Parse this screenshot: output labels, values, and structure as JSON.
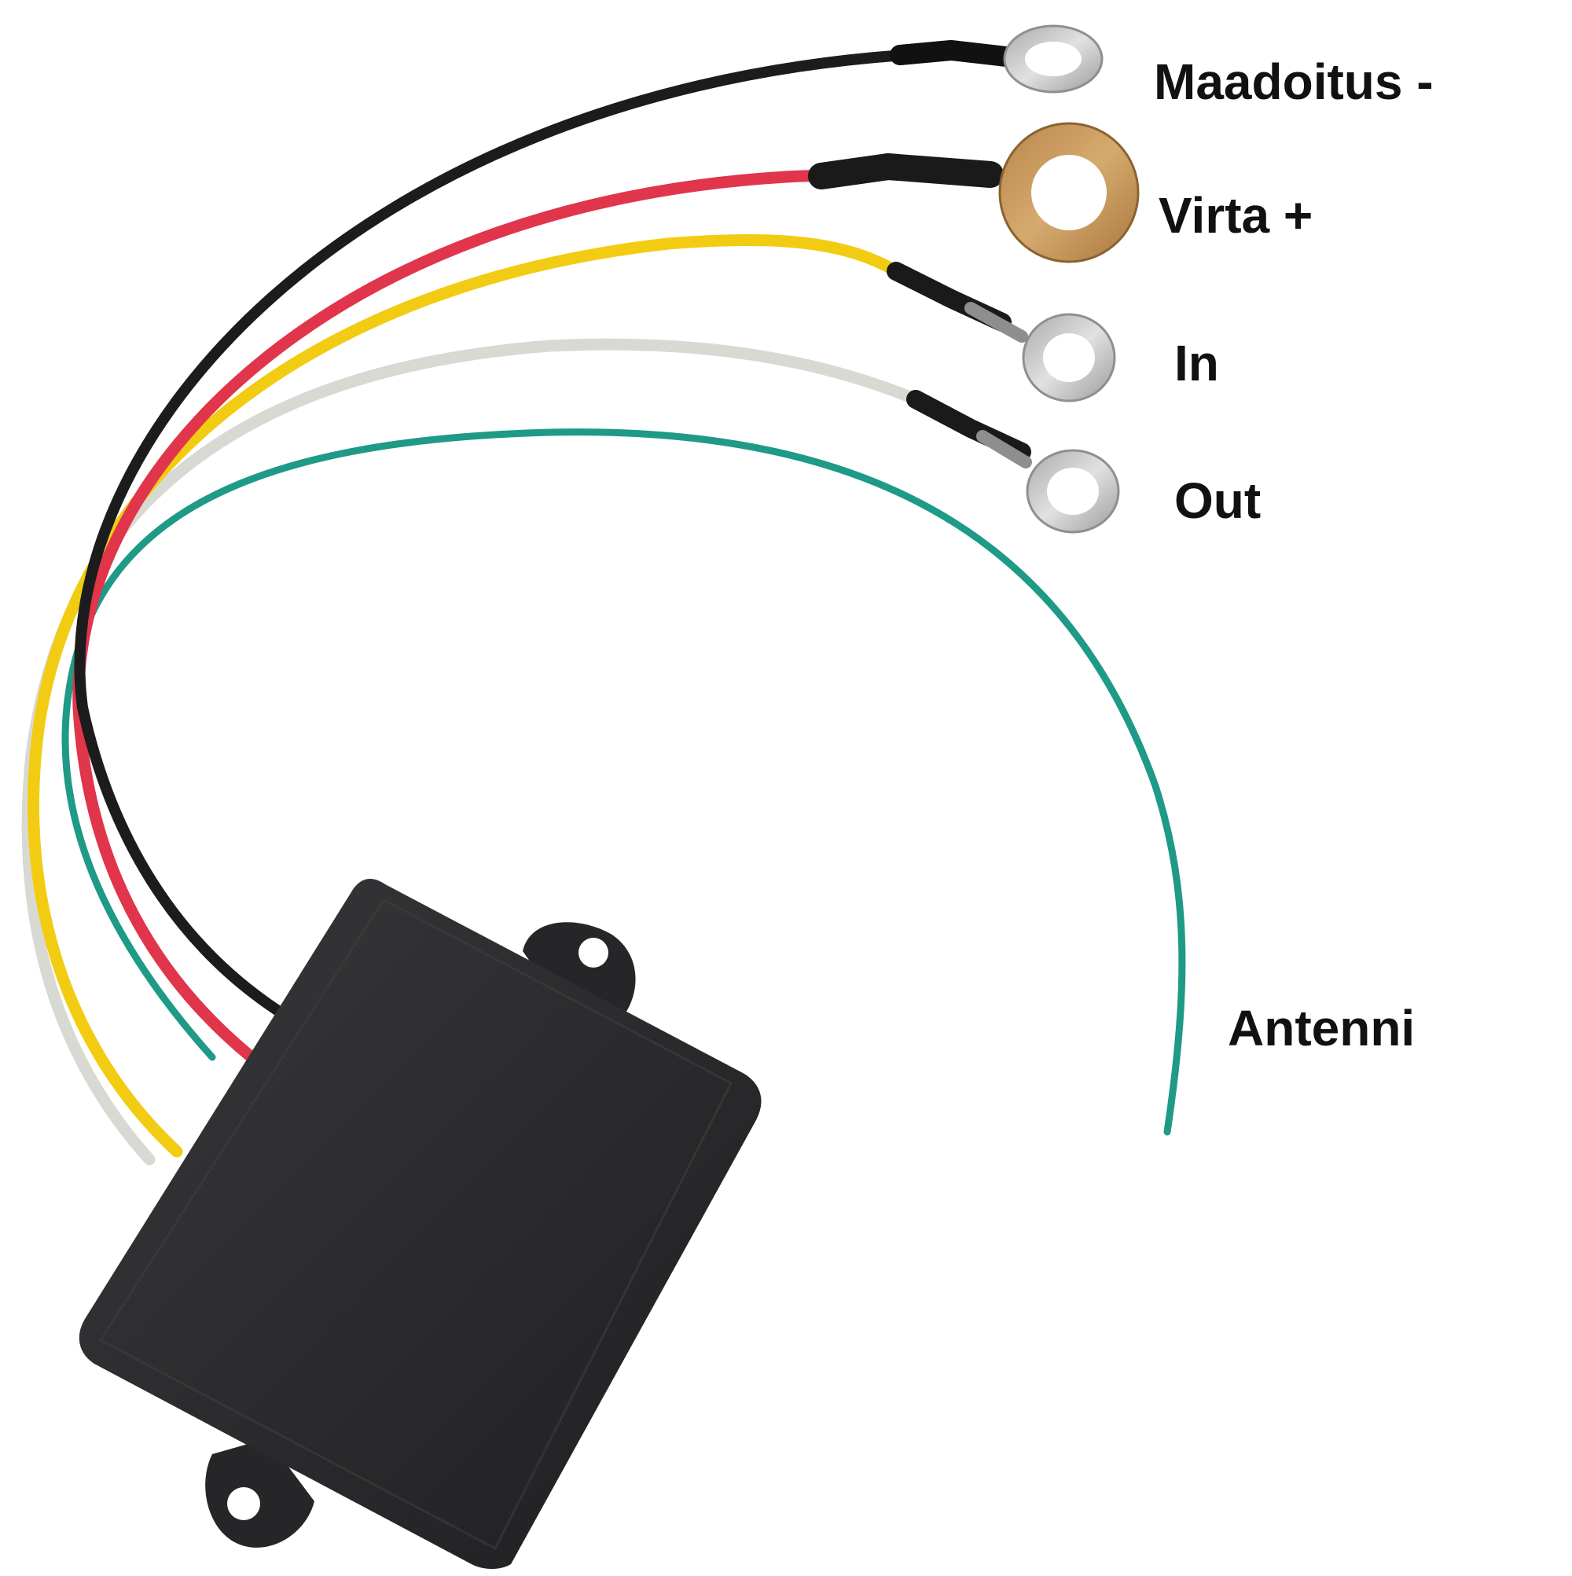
{
  "labels": {
    "ground": "Maadoitus -",
    "power": "Virta +",
    "input": "In",
    "output": "Out",
    "antenna": "Antenni"
  },
  "wires": [
    {
      "id": "ground",
      "color": "#1c1c1c",
      "terminal": "ring-terminal"
    },
    {
      "id": "power",
      "color": "#e0354a",
      "terminal": "ring-terminal"
    },
    {
      "id": "input",
      "color": "#f2cc12",
      "terminal": "ring-terminal"
    },
    {
      "id": "output",
      "color": "#d9d9d3",
      "terminal": "ring-terminal"
    },
    {
      "id": "antenna",
      "color": "#1e9a86",
      "terminal": "none"
    }
  ],
  "colors": {
    "module_body": "#2a2a2c",
    "ring_silver": "#c8c8c8",
    "ring_copper": "#c99a5c",
    "label_text": "#111111"
  },
  "icons": {
    "module": "receiver-module-icon",
    "ring_terminal": "ring-terminal-icon"
  }
}
